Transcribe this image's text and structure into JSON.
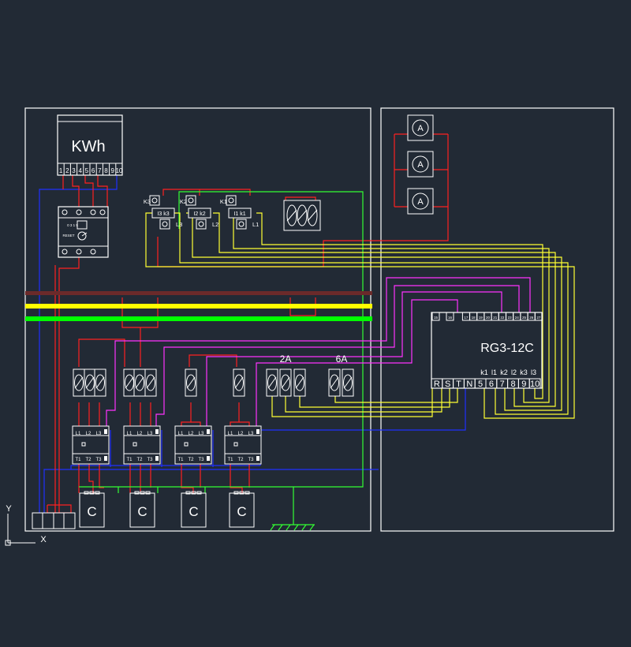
{
  "kwh_meter": {
    "label": "KWh",
    "terminals": [
      "1",
      "2",
      "3",
      "4",
      "5",
      "6",
      "7",
      "8",
      "9",
      "10"
    ]
  },
  "timer": {
    "reset_label": "RESET",
    "scale_label": "0 3 1 5"
  },
  "current_transformers": [
    {
      "label": "K3",
      "phase": "L3",
      "primary": "I3",
      "secondary": "k3"
    },
    {
      "label": "K2",
      "phase": "L2",
      "primary": "I2",
      "secondary": "k2"
    },
    {
      "label": "K1",
      "phase": "L1",
      "primary": "I1",
      "secondary": "k1"
    }
  ],
  "ammeters": [
    {
      "label": "A"
    },
    {
      "label": "A"
    },
    {
      "label": "A"
    }
  ],
  "fuses": {
    "label_2a": "2A",
    "label_6a": "6A"
  },
  "controller": {
    "label": "RG3-12C",
    "top_terminals": [
      "15",
      "16",
      "17",
      "18",
      "19",
      "20",
      "21",
      "22",
      "23",
      "24",
      "25",
      "26",
      "27"
    ],
    "ct_labels": [
      "k1",
      "l1",
      "k2",
      "l2",
      "k3",
      "l3"
    ],
    "bottom_terminals": [
      "R",
      "S",
      "T",
      "N",
      "5",
      "6",
      "7",
      "8",
      "9",
      "10"
    ]
  },
  "contactors": [
    {
      "top_terminals": [
        "L1",
        "L2",
        "L3"
      ],
      "bottom_terminals": [
        "T1",
        "T2",
        "T3"
      ]
    },
    {
      "top_terminals": [
        "L1",
        "L2",
        "L3"
      ],
      "bottom_terminals": [
        "T1",
        "T2",
        "T3"
      ]
    },
    {
      "top_terminals": [
        "L1",
        "L2",
        "L3"
      ],
      "bottom_terminals": [
        "T1",
        "T2",
        "T3"
      ]
    },
    {
      "top_terminals": [
        "L1",
        "L2",
        "L3"
      ],
      "bottom_terminals": [
        "T1",
        "T2",
        "T3"
      ]
    }
  ],
  "capacitors": [
    {
      "label": "C"
    },
    {
      "label": "C"
    },
    {
      "label": "C"
    },
    {
      "label": "C"
    }
  ],
  "ucs": {
    "y_label": "Y",
    "x_label": "X"
  },
  "colors": {
    "background": "#222a35",
    "frame": "#ffffff",
    "phase_wire": "#ff2020",
    "neutral_wire": "#2030ff",
    "ct_wire": "#ffff33",
    "control_wire": "#ff33ff",
    "earth_wire": "#33ff33",
    "busbar_dark": "#6b2a2a",
    "busbar_yellow": "#ffff00",
    "busbar_green": "#00ff00"
  }
}
